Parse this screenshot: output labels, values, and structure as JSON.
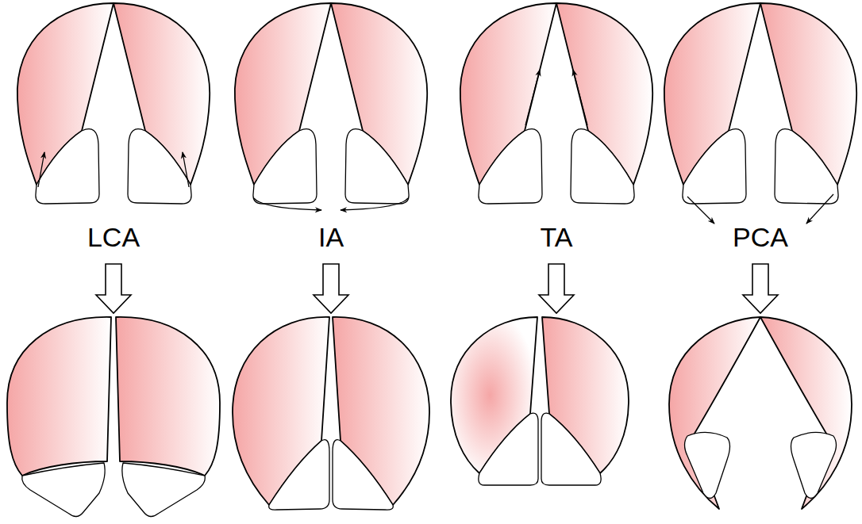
{
  "diagram": {
    "labels": [
      "LCA",
      "IA",
      "TA",
      "PCA"
    ]
  }
}
